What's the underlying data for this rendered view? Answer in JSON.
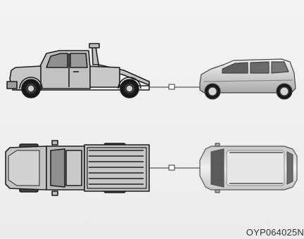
{
  "figure": {
    "code": "OYP064025N"
  },
  "scene_items": [
    {
      "name": "tow-truck-side-view",
      "kind": "vehicle"
    },
    {
      "name": "towed-minivan-side-view",
      "kind": "vehicle"
    },
    {
      "name": "tow-truck-top-view",
      "kind": "vehicle"
    },
    {
      "name": "towed-minivan-top-view",
      "kind": "vehicle"
    }
  ],
  "colors": {
    "background": "#efefef",
    "truck_body": "#bdbdbd",
    "car_body": "#d8d8d8",
    "outline": "#222222"
  }
}
